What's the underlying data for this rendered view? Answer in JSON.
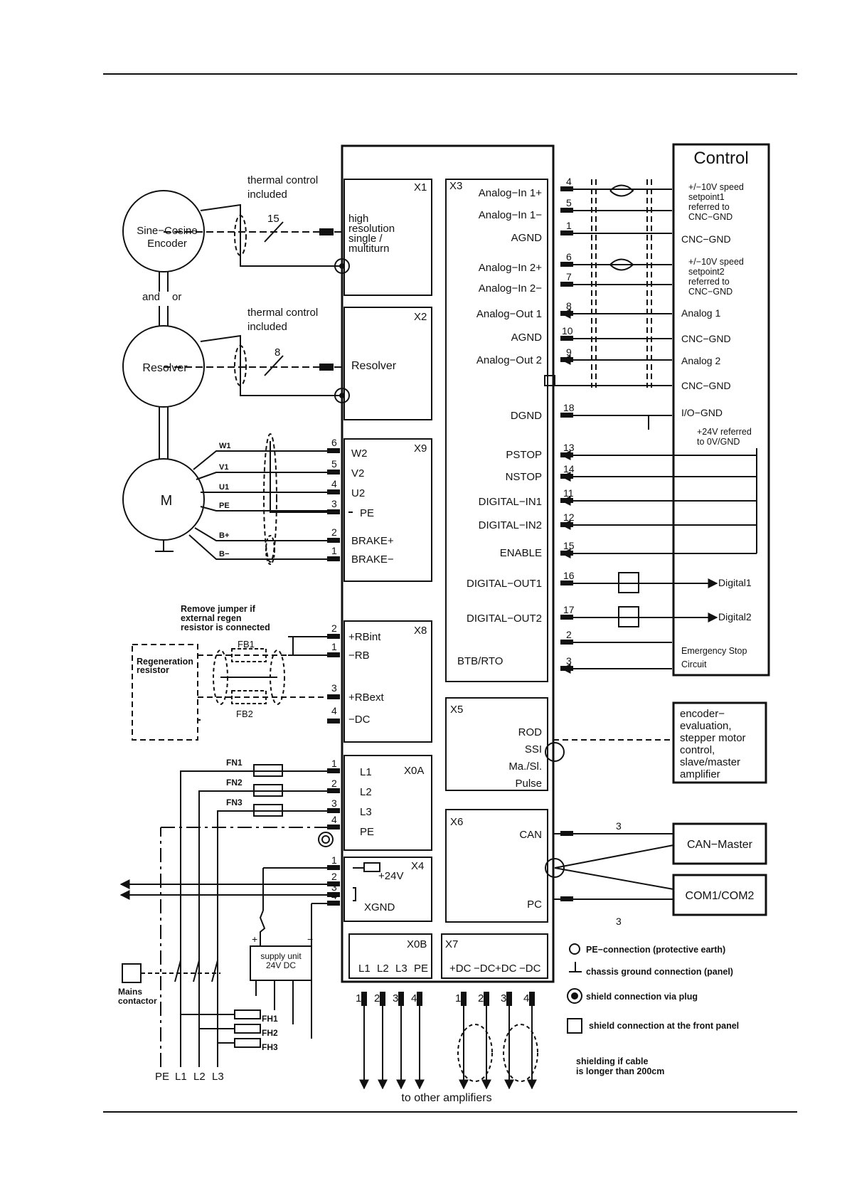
{
  "control": {
    "title": "Control",
    "sig1": [
      "+/−10V speed",
      "setpoint1",
      "referred to",
      "CNC−GND"
    ],
    "cnc_gnd": "CNC−GND",
    "sig2": [
      "+/−10V speed",
      "setpoint2",
      "referred to",
      "CNC−GND"
    ],
    "analog1": "Analog 1",
    "analog2": "Analog 2",
    "io_gnd": "I/O−GND",
    "ref24": [
      "+24V referred",
      "to 0V/GND"
    ],
    "digital1": "Digital1",
    "digital2": "Digital2",
    "estop": [
      "Emergency Stop",
      "Circuit"
    ]
  },
  "x3": {
    "name": "X3",
    "signals": [
      "Analog−In 1+",
      "Analog−In 1−",
      "AGND",
      "Analog−In 2+",
      "Analog−In 2−",
      "Analog−Out 1",
      "AGND",
      "Analog−Out 2",
      "DGND",
      "PSTOP",
      "NSTOP",
      "DIGITAL−IN1",
      "DIGITAL−IN2",
      "ENABLE",
      "DIGITAL−OUT1",
      "DIGITAL−OUT2",
      "BTB/RTO"
    ],
    "pins": [
      "4",
      "5",
      "1",
      "6",
      "7",
      "8",
      "10",
      "9",
      "18",
      "13",
      "14",
      "11",
      "12",
      "15",
      "16",
      "17",
      "2",
      "3"
    ]
  },
  "encoder": {
    "name": [
      "Sine−Cosine",
      "Encoder"
    ],
    "thermal": [
      "thermal control",
      "included"
    ],
    "cable": "15",
    "and_or": [
      "and",
      "or"
    ],
    "x1": "X1",
    "x1_text": [
      "high",
      "resolution",
      "single /",
      "multiturn"
    ]
  },
  "resolver": {
    "name": "Resolver",
    "thermal": [
      "thermal control",
      "included"
    ],
    "cable": "8",
    "x2": "X2",
    "x2_text": "Resolver"
  },
  "motor": {
    "name": "M",
    "wires": [
      "W1",
      "V1",
      "U1",
      "PE",
      "B+",
      "B−"
    ],
    "x9": "X9",
    "x9_pins": [
      "6",
      "5",
      "4",
      "3",
      "2",
      "1"
    ],
    "x9_labels": [
      "W2",
      "V2",
      "U2",
      "PE",
      "BRAKE+",
      "BRAKE−"
    ]
  },
  "regen": {
    "jumper_note": [
      "Remove jumper if",
      "external regen",
      "resistor is connected"
    ],
    "resistor": [
      "Regeneration",
      "resistor"
    ],
    "fb1": "FB1",
    "fb2": "FB2",
    "x8": "X8",
    "x8_pins": [
      "2",
      "1",
      "3",
      "4"
    ],
    "x8_labels": [
      "+RBint",
      "−RB",
      "+RBext",
      "−DC"
    ]
  },
  "mains": {
    "fuses": [
      "FN1",
      "FN2",
      "FN3"
    ],
    "x0a": "X0A",
    "x0a_pins": [
      "1",
      "2",
      "3",
      "4"
    ],
    "x0a_labels": [
      "L1",
      "L2",
      "L3",
      "PE"
    ],
    "x4": "X4",
    "x4_pins": [
      "1",
      "2",
      "3",
      "4"
    ],
    "x4_24v": "+24V",
    "x4_xgnd": "XGND",
    "supply": [
      "supply unit",
      "24V DC"
    ],
    "plus": "+",
    "minus": "−",
    "fh": [
      "FH1",
      "FH2",
      "FH3"
    ],
    "contactor": [
      "Mains",
      "contactor"
    ],
    "bottom": [
      "PE",
      "L1",
      "L2",
      "L3"
    ]
  },
  "x0b": {
    "name": "X0B",
    "labels": [
      "L1",
      "L2",
      "L3",
      "PE"
    ],
    "pins": [
      "1",
      "2",
      "3",
      "4"
    ]
  },
  "x7": {
    "name": "X7",
    "labels": [
      "+DC",
      "−DC",
      "+DC",
      "−DC"
    ],
    "pins": [
      "1",
      "2",
      "3",
      "4"
    ]
  },
  "to_other": "to other amplifiers",
  "x5": {
    "name": "X5",
    "rows": [
      "ROD",
      "SSI",
      "Ma./Sl.",
      "Pulse"
    ],
    "box": [
      "encoder−",
      "evaluation,",
      "stepper motor",
      "control,",
      "slave/master",
      "amplifier"
    ]
  },
  "x6": {
    "name": "X6",
    "can": "CAN",
    "pc": "PC",
    "can_box": "CAN−Master",
    "com_box": "COM1/COM2",
    "cable_count": "3"
  },
  "legend": {
    "pe": "PE−connection (protective earth)",
    "chassis": "chassis ground connection (panel)",
    "plug": "shield connection via plug",
    "front": "shield connection at the front panel",
    "shielding": [
      "shielding if cable",
      "is longer than 200cm"
    ]
  }
}
